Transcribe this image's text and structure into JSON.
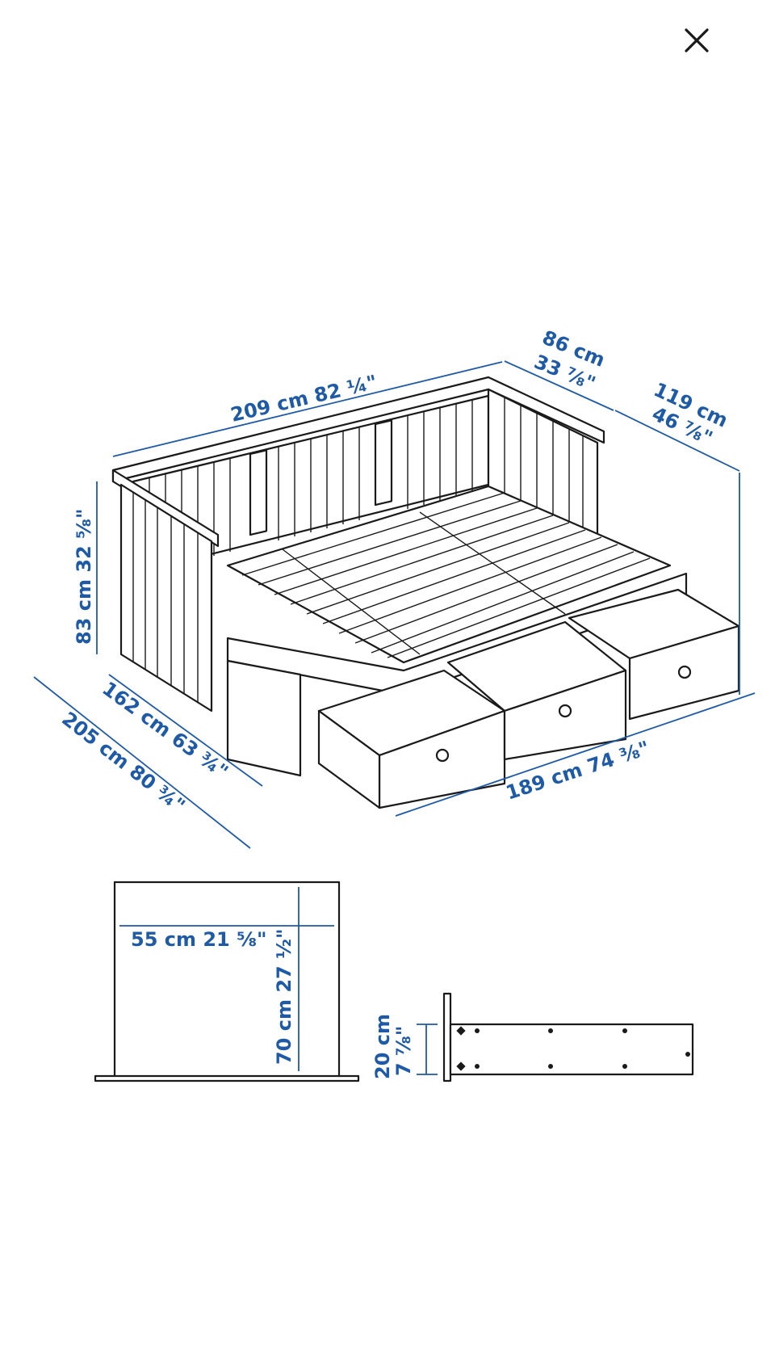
{
  "close_icon": "close-icon",
  "colors": {
    "dimension": "#1f5aa6",
    "line": "#1a1a1a",
    "background": "#ffffff"
  },
  "dimensions": {
    "length_back": "209 cm 82 ¼\"",
    "depth_cm": "86 cm",
    "depth_in": "33 ⅞\"",
    "depth_ext_cm": "119 cm",
    "depth_ext_in": "46 ⅞\"",
    "height": "83 cm 32 ⅝\"",
    "width_closed": "162 cm 63 ¾\"",
    "width_open": "205 cm 80 ¾\"",
    "length_front": "189 cm 74 ⅜\""
  },
  "drawer_dimensions": {
    "inner_width": "55 cm 21 ⅝\"",
    "inner_depth": "70 cm 27 ½\"",
    "height_cm": "20 cm",
    "height_in": "7 ⅞\""
  }
}
